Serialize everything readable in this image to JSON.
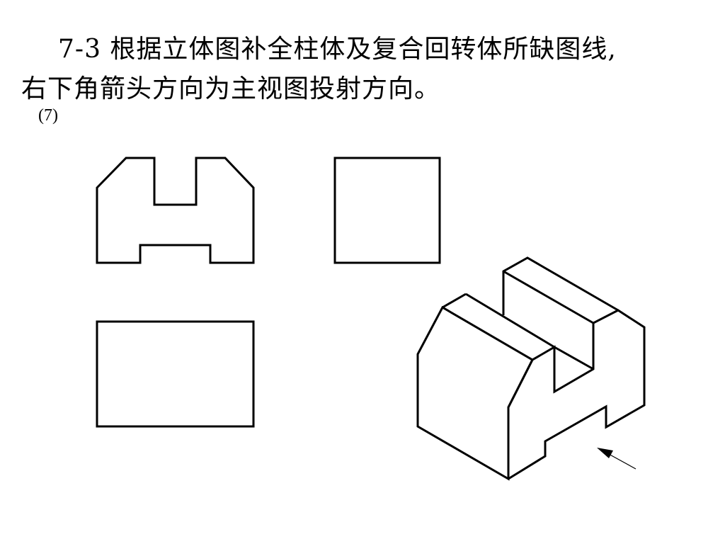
{
  "problem": {
    "title_line1": "7-3  根据立体图补全柱体及复合回转体所缺图线,",
    "title_line2": "右下角箭头方向为主视图投射方向。",
    "sub_number": "(7)"
  },
  "colors": {
    "line": "#000000",
    "background": "#ffffff"
  }
}
